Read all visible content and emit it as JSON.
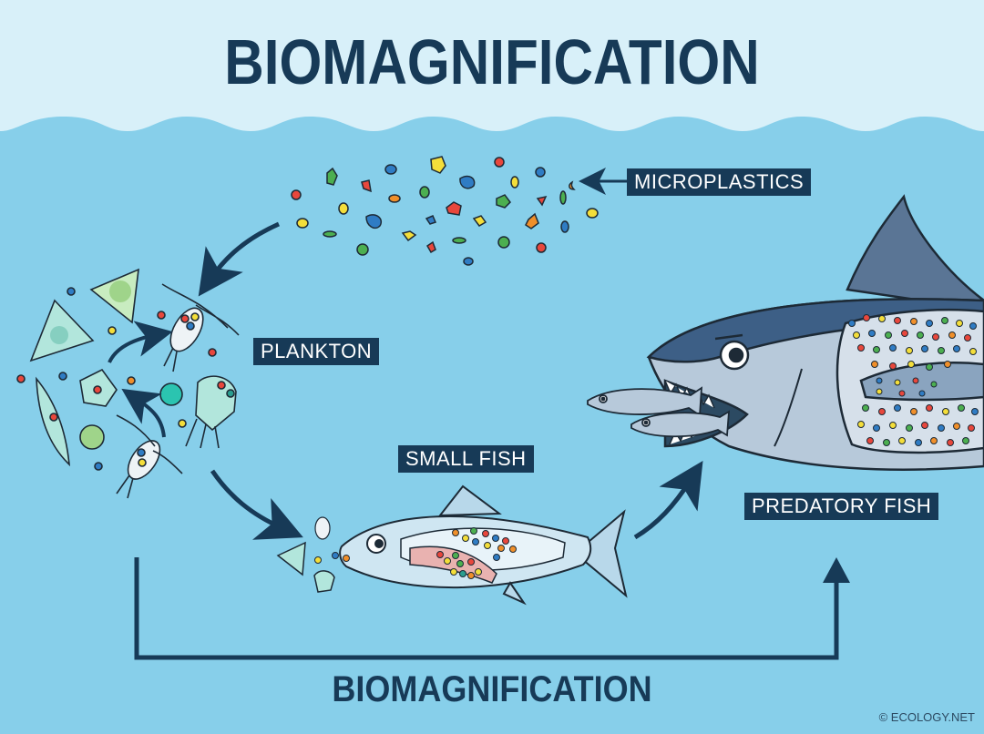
{
  "header": {
    "title": "BIOMAGNIFICATION"
  },
  "labels": {
    "microplastics": "MICROPLASTICS",
    "plankton": "PLANKTON",
    "small_fish": "SMALL FISH",
    "predatory_fish": "PREDATORY FISH"
  },
  "footer": {
    "bottom_title": "BIOMAGNIFICATION",
    "credit": "© ECOLOGY.NET"
  },
  "colors": {
    "sky": "#d8f0f9",
    "water": "#87cfea",
    "navy": "#173a57",
    "plastic_red": "#e8473c",
    "plastic_blue": "#2f7cc4",
    "plastic_green": "#4caf50",
    "plastic_yellow": "#f4de3a",
    "plastic_orange": "#f08f2a"
  },
  "icons": {
    "flow_arrows": [
      "arrow-microplastics-to-plankton",
      "arrow-plankton-to-small-fish",
      "arrow-small-fish-to-predatory-fish",
      "arrow-label-to-microplastics"
    ],
    "organisms": [
      "diatom",
      "copepod",
      "jellyfish-plankton",
      "small-fish",
      "predatory-tuna"
    ]
  }
}
